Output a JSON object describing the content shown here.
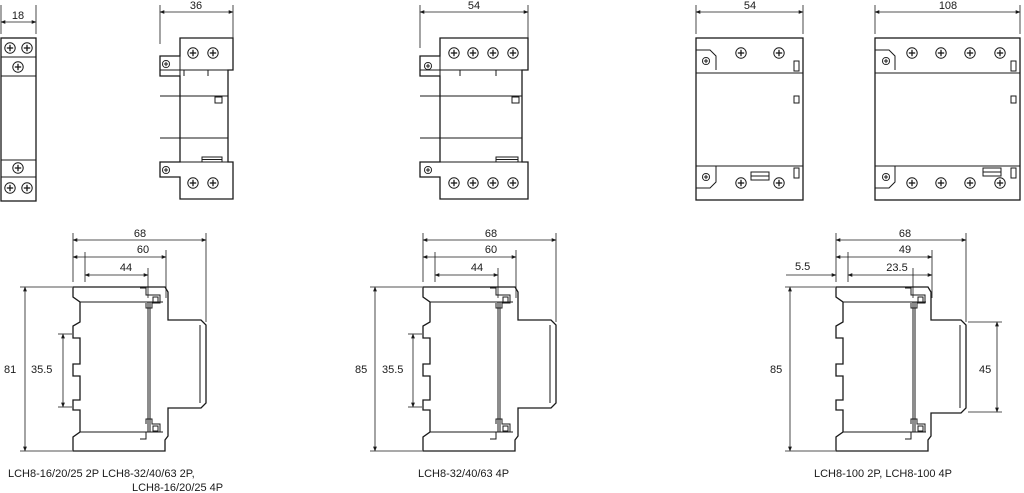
{
  "front_views": {
    "w18": "18",
    "w36": "36",
    "w54a": "54",
    "w54b": "54",
    "w108": "108"
  },
  "side_view_1": {
    "d68": "68",
    "d60": "60",
    "d44": "44",
    "h81": "81",
    "h355": "35.5",
    "caption_line1": "LCH8-16/20/25 2P  LCH8-32/40/63 2P,",
    "caption_line2": "LCH8-16/20/25 4P"
  },
  "side_view_2": {
    "d68": "68",
    "d60": "60",
    "d44": "44",
    "h85": "85",
    "h355": "35.5",
    "caption": "LCH8-32/40/63 4P"
  },
  "side_view_3": {
    "d68": "68",
    "d49": "49",
    "d235": "23.5",
    "d55": "5.5",
    "h85": "85",
    "h45": "45",
    "caption": "LCH8-100  2P, LCH8-100  4P"
  }
}
